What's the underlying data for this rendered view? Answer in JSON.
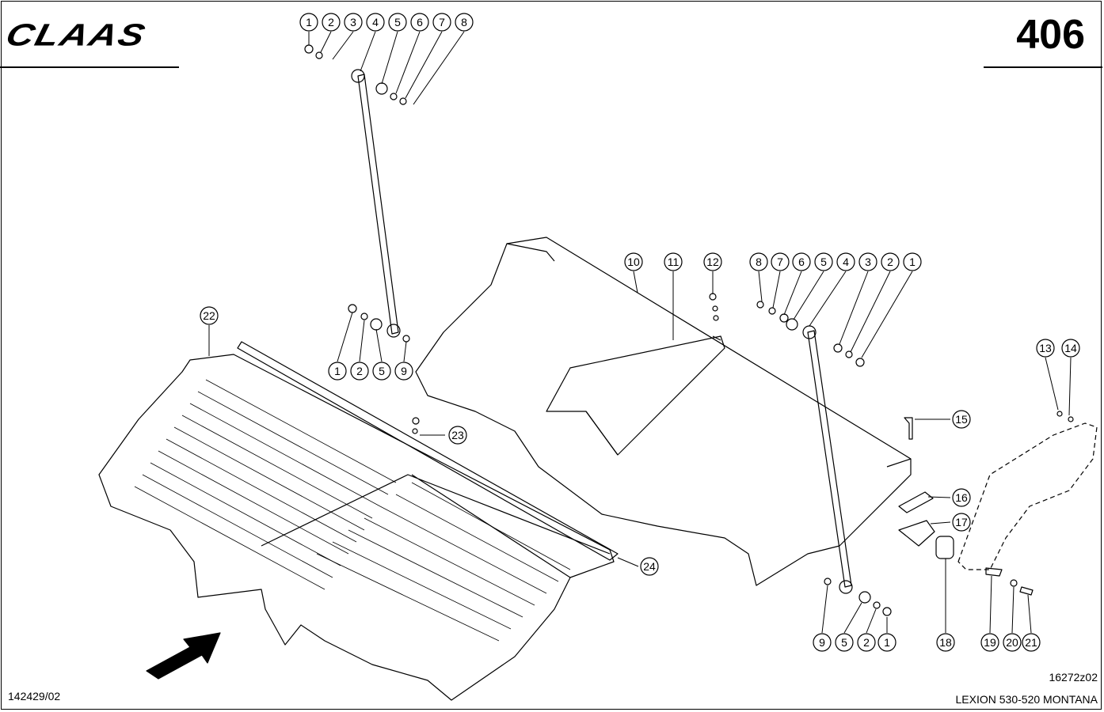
{
  "brand": "CLAAS",
  "page_number": "406",
  "drawing_number": "16272z02",
  "doc_number": "142429/02",
  "model": "LEXION 530-520 MONTANA",
  "callouts": [
    "1",
    "2",
    "3",
    "4",
    "5",
    "6",
    "7",
    "8",
    "1",
    "2",
    "5",
    "9",
    "8",
    "7",
    "6",
    "5",
    "4",
    "3",
    "2",
    "1",
    "10",
    "11",
    "12",
    "13",
    "14",
    "15",
    "16",
    "17",
    "18",
    "19",
    "20",
    "21",
    "22",
    "23",
    "24",
    "9",
    "5",
    "2",
    "1"
  ]
}
